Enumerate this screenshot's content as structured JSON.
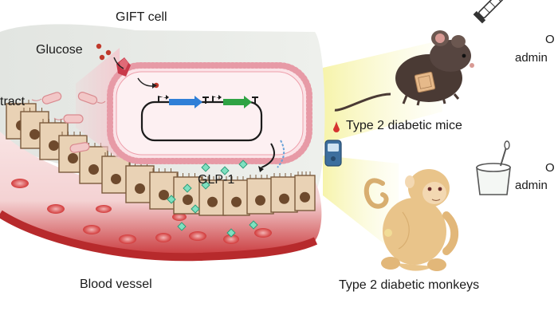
{
  "labels": {
    "gift_cell": "GIFT cell",
    "glucose": "Glucose",
    "tract": "tract",
    "glp1": "GLP-1",
    "blood_vessel": "Blood vessel",
    "mice": "Type 2 diabetic mice",
    "monkeys": "Type 2 diabetic monkeys",
    "oral_top_1": "O",
    "oral_top_2": "admin",
    "oral_bottom_1": "O",
    "oral_bottom_2": "admin"
  },
  "colors": {
    "background": "#ffffff",
    "lumen_gray": "#e4e6e3",
    "lumen_fade": "#f4f5f2",
    "halo": "#f5f3b0",
    "vessel_red": "#c5342f",
    "vessel_light": "#f7dfe0",
    "epithelium_tan": "#e9d2b5",
    "nucleus_brown": "#6e4a2d",
    "gift_membrane": "#e79aa6",
    "gift_inner": "#fbe3e7",
    "gene_blue": "#2f7fd7",
    "gene_green": "#2fa344",
    "glp1_green": "#7fe0c0",
    "bacteria_pink": "#f2c7c7",
    "mouse_brown": "#4a3a34",
    "monkey_tan": "#e9c48a",
    "glucometer_blue": "#3d6f9e"
  },
  "icons": [
    "syringe-icon",
    "yogurt-cup-icon",
    "glucometer-icon",
    "mouse-icon",
    "monkey-icon",
    "plasmid-icon",
    "bacteria-icon",
    "red-blood-cell-icon"
  ]
}
